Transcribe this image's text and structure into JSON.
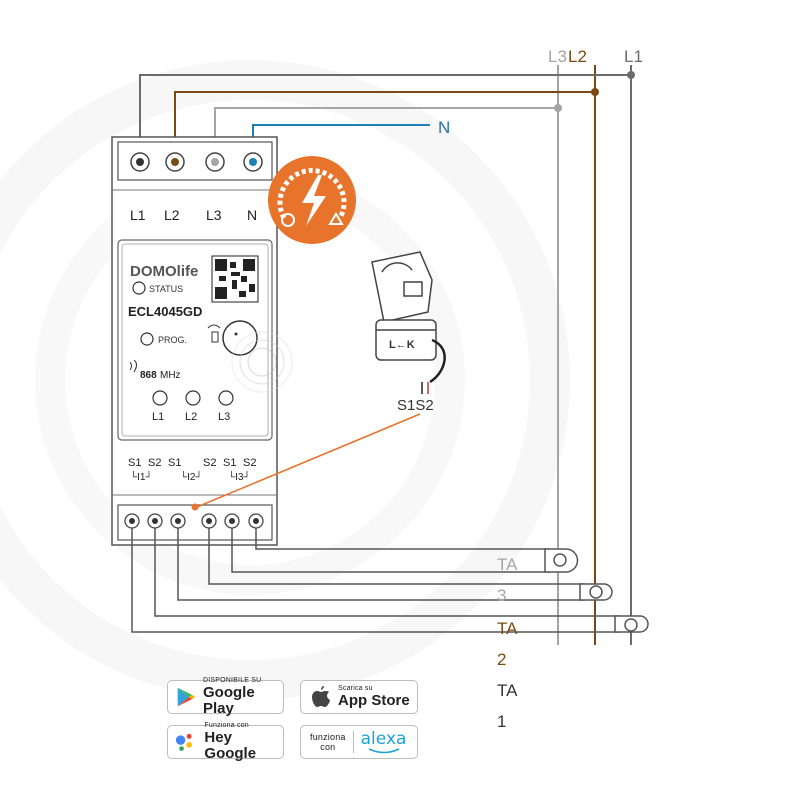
{
  "colors": {
    "l1": "#6b6b6b",
    "l2": "#7a4a14",
    "l3": "#a5a5a5",
    "neutral": "#1e7fb5",
    "neutral_label": "#2b6fa5",
    "accent": "#e8732b",
    "outline": "#555555"
  },
  "lines": {
    "l3": "L3",
    "l2": "L2",
    "l1": "L1",
    "n": "N"
  },
  "device": {
    "top_terminals": [
      "L1",
      "L2",
      "L3",
      "N"
    ],
    "brand": "DOMOlife",
    "status_label": "STATUS",
    "model": "ECL4045GD",
    "prog_label": "PROG.",
    "rf_label": "868",
    "rf_unit": "MHz",
    "leds": [
      "L1",
      "L2",
      "L3"
    ],
    "bottom_terminals": [
      "S1",
      "S2",
      "S1",
      "S2",
      "S1",
      "S2"
    ],
    "groups": [
      "I1",
      "I2",
      "I3"
    ],
    "group_marks": [
      "└I1┘",
      "└I2┘",
      "└I3┘"
    ]
  },
  "clamp": {
    "arrow_label": "L←K",
    "leads": "S1S2"
  },
  "ta_labels": [
    {
      "text": "TA",
      "sub": "3"
    },
    {
      "text": "TA",
      "sub": "2"
    },
    {
      "text": "TA",
      "sub": "1"
    }
  ],
  "badges": {
    "google_play": {
      "small": "DISPONIBILE SU",
      "big": "Google Play",
      "icon": "google-play-icon"
    },
    "app_store": {
      "small": "Scarica su",
      "big": "App Store",
      "icon": "apple-icon"
    },
    "hey_google": {
      "small": "Funziona con",
      "big": "Hey Google",
      "icon": "google-assistant-icon"
    },
    "alexa": {
      "small1": "funziona",
      "small2": "con",
      "big": "alexa",
      "icon": "alexa-smile-icon"
    }
  }
}
